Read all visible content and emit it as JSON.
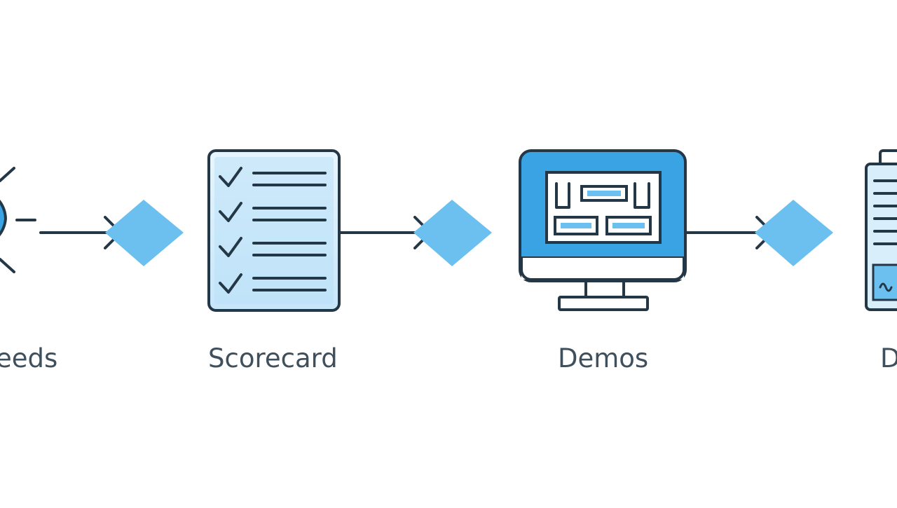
{
  "flow": {
    "steps": [
      {
        "id": "needs",
        "label": "eeds",
        "icon": "lightbulb-icon"
      },
      {
        "id": "scorecard",
        "label": "Scorecard",
        "icon": "checklist-icon"
      },
      {
        "id": "demos",
        "label": "Demos",
        "icon": "monitor-icon"
      },
      {
        "id": "document",
        "label": "D",
        "icon": "document-icon"
      }
    ],
    "connector_icon": "arrow-right-icon",
    "marker_icon": "diamond-icon"
  },
  "colors": {
    "stroke": "#243746",
    "accent": "#3aa3e3",
    "accent_light": "#6cc0f0",
    "panel_fill": "#d9eefb",
    "label": "#3f4f5c",
    "background": "#ffffff"
  }
}
